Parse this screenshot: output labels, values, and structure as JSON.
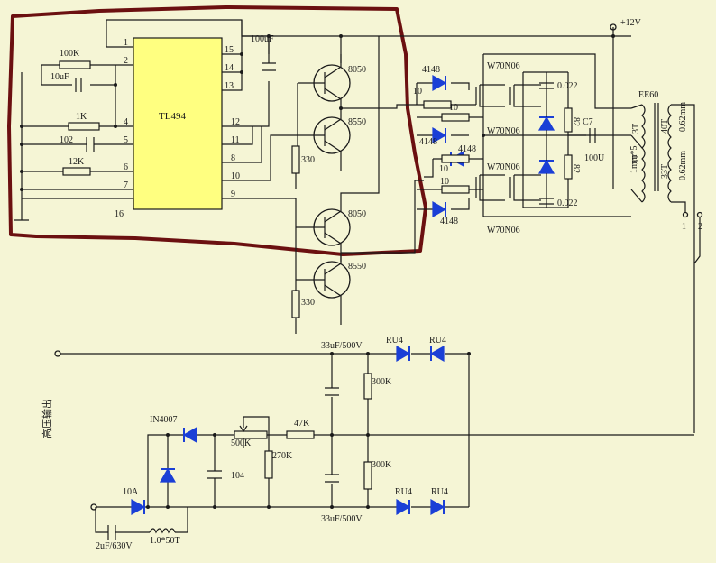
{
  "ic": {
    "name": "TL494",
    "pins": [
      "1",
      "2",
      "15",
      "14",
      "13",
      "4",
      "12",
      "5",
      "11",
      "6",
      "8",
      "7",
      "10",
      "16",
      "9"
    ]
  },
  "labels": {
    "r100k": "100K",
    "c10uf": "10uF",
    "r1k": "1K",
    "c102": "102",
    "r12k": "12K",
    "c100uf": "100uF",
    "vcc": "+12V",
    "q8050a": "8050",
    "q8550a": "8550",
    "q8050b": "8050",
    "q8550b": "8550",
    "r330a": "330",
    "r330b": "330",
    "d4148a": "4148",
    "d4148b": "4148",
    "d4148c": "4148",
    "d4148d": "4148",
    "r10a": "10",
    "r10b": "10",
    "r10c": "10",
    "r10d": "10",
    "m1": "W70N06",
    "m2": "W70N06",
    "m3": "W70N06",
    "m4": "W70N06",
    "c022a": "0.022",
    "c022b": "0.022",
    "r82a": "82",
    "r82b": "82",
    "c7": "C7",
    "c7v": "100U",
    "tr": "EE60",
    "tr_p1": "3T",
    "tr_p2": "3T",
    "tr_pw": "1mm*5",
    "tr_s1": "40T",
    "tr_s1w": "0.62mm",
    "tr_s2": "33T",
    "tr_s2w": "0.62mm",
    "p1": "1",
    "p2": "2",
    "hv": "高压输出",
    "cap33a": "33uF/500V",
    "cap33b": "33uF/500V",
    "ru4a": "RU4",
    "ru4b": "RU4",
    "ru4c": "RU4",
    "ru4d": "RU4",
    "r300ka": "300K",
    "r300kb": "300K",
    "in4007": "IN4007",
    "pot": "500K",
    "r47k": "47K",
    "r270k": "270K",
    "c104": "104",
    "fuse": "10A",
    "c2uf": "2uF/630V",
    "ind": "1.0*50T"
  },
  "colors": {
    "ic_fill": "#ffff80",
    "diode": "#1a3fd6",
    "highlight": "#6b1010",
    "background": "#f5f5d5"
  }
}
